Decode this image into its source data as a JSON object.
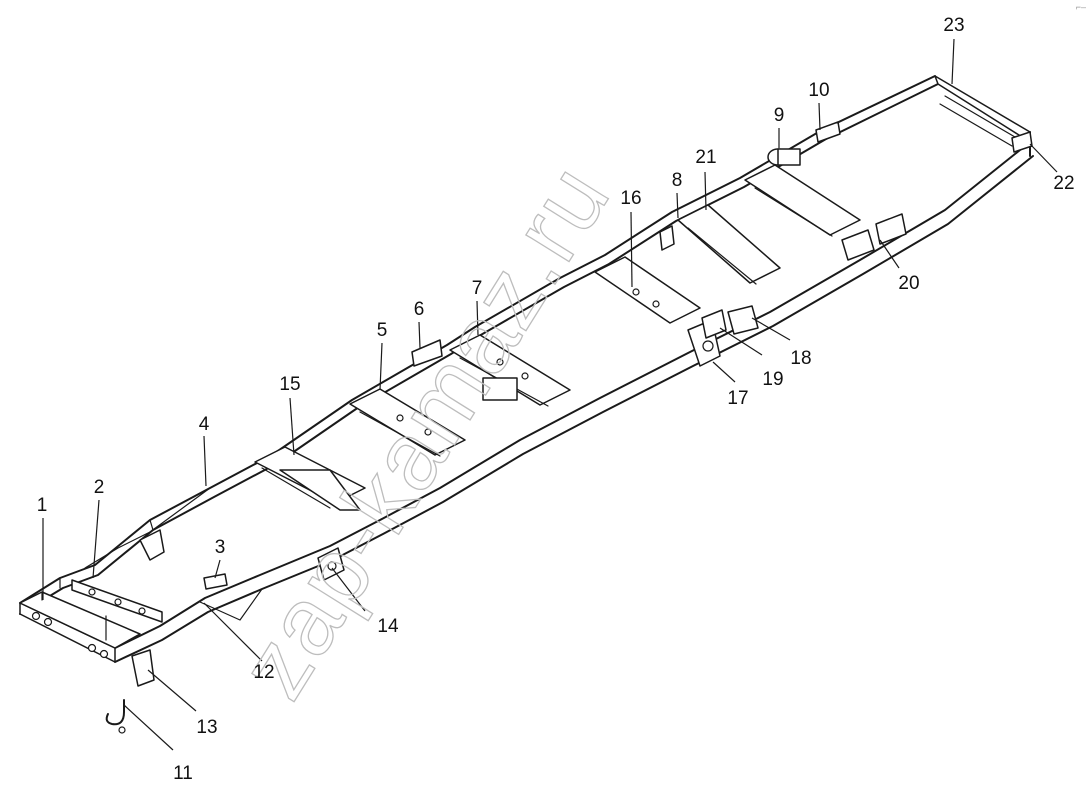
{
  "diagram": {
    "watermark": "zap-kamaz.ru",
    "corner_mark": "⌐–",
    "callouts": [
      {
        "id": "1",
        "label": "1"
      },
      {
        "id": "2",
        "label": "2"
      },
      {
        "id": "3",
        "label": "3"
      },
      {
        "id": "4",
        "label": "4"
      },
      {
        "id": "5",
        "label": "5"
      },
      {
        "id": "6",
        "label": "6"
      },
      {
        "id": "7",
        "label": "7"
      },
      {
        "id": "8",
        "label": "8"
      },
      {
        "id": "9",
        "label": "9"
      },
      {
        "id": "10",
        "label": "10"
      },
      {
        "id": "11",
        "label": "11"
      },
      {
        "id": "12",
        "label": "12"
      },
      {
        "id": "13",
        "label": "13"
      },
      {
        "id": "14",
        "label": "14"
      },
      {
        "id": "15",
        "label": "15"
      },
      {
        "id": "16",
        "label": "16"
      },
      {
        "id": "17",
        "label": "17"
      },
      {
        "id": "18",
        "label": "18"
      },
      {
        "id": "19",
        "label": "19"
      },
      {
        "id": "20",
        "label": "20"
      },
      {
        "id": "21",
        "label": "21"
      },
      {
        "id": "22",
        "label": "22"
      },
      {
        "id": "23",
        "label": "23"
      }
    ]
  }
}
